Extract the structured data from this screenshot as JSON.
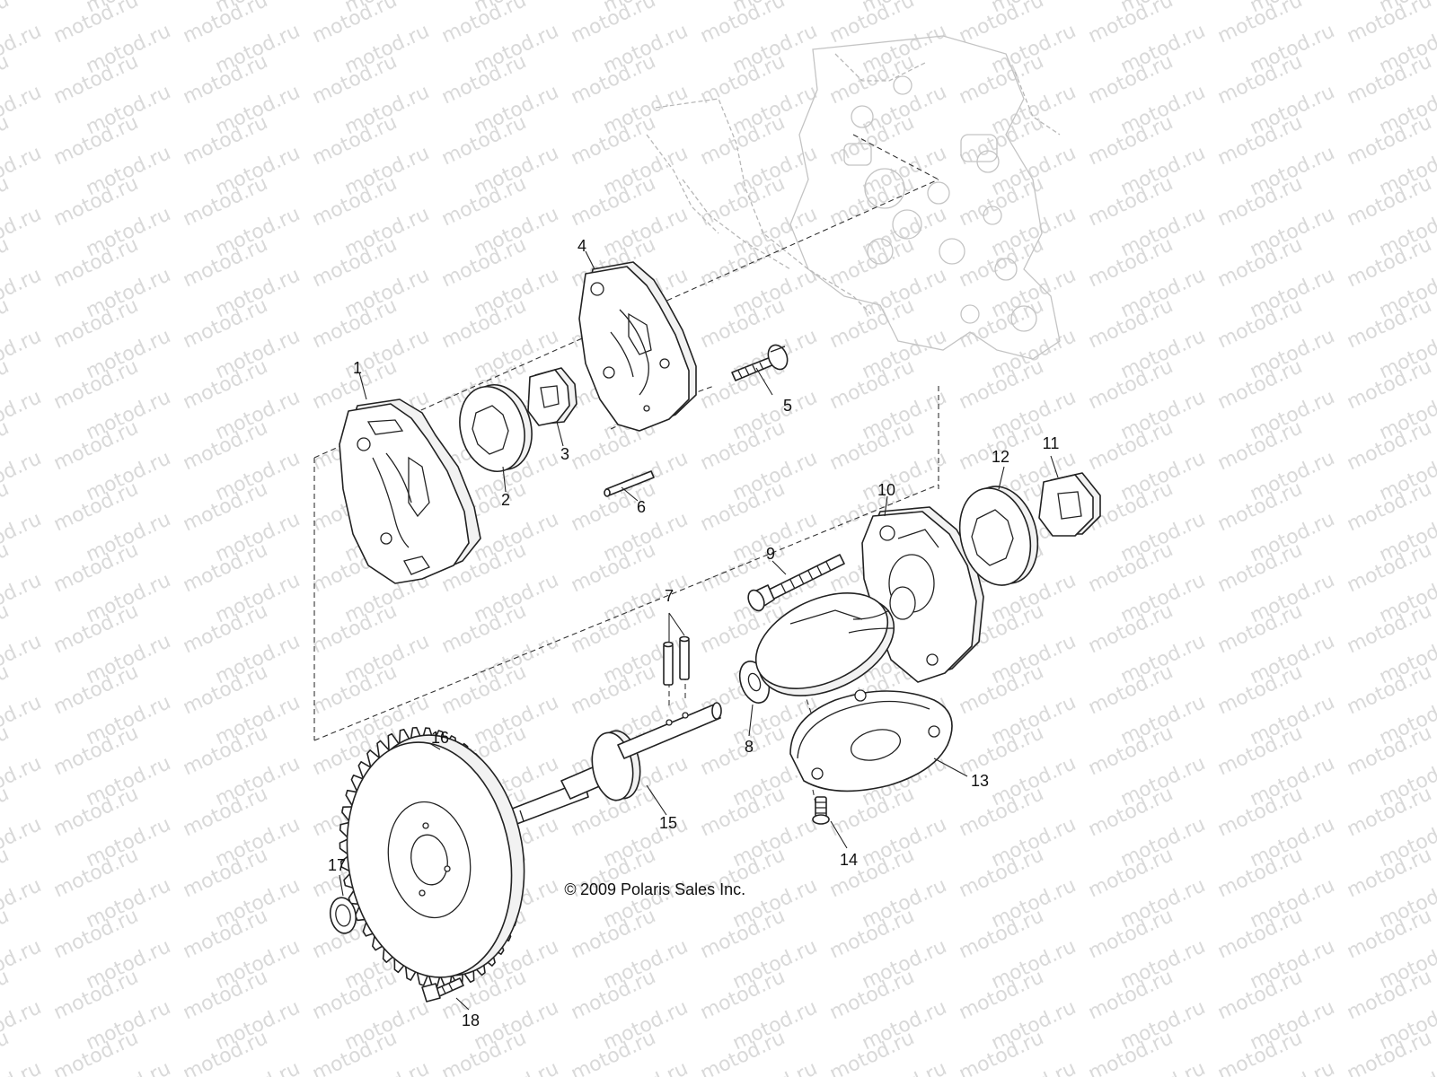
{
  "watermark": {
    "text": "motod.ru"
  },
  "copyright": "2009 Polaris Sales Inc.",
  "copyright_symbol": "©",
  "callouts": [
    {
      "label": "1"
    },
    {
      "label": "2"
    },
    {
      "label": "3"
    },
    {
      "label": "4"
    },
    {
      "label": "5"
    },
    {
      "label": "6"
    },
    {
      "label": "7"
    },
    {
      "label": "8"
    },
    {
      "label": "9"
    },
    {
      "label": "10"
    },
    {
      "label": "11"
    },
    {
      "label": "12"
    },
    {
      "label": "13"
    },
    {
      "label": "14"
    },
    {
      "label": "15"
    },
    {
      "label": "16"
    },
    {
      "label": "17"
    },
    {
      "label": "18"
    }
  ]
}
